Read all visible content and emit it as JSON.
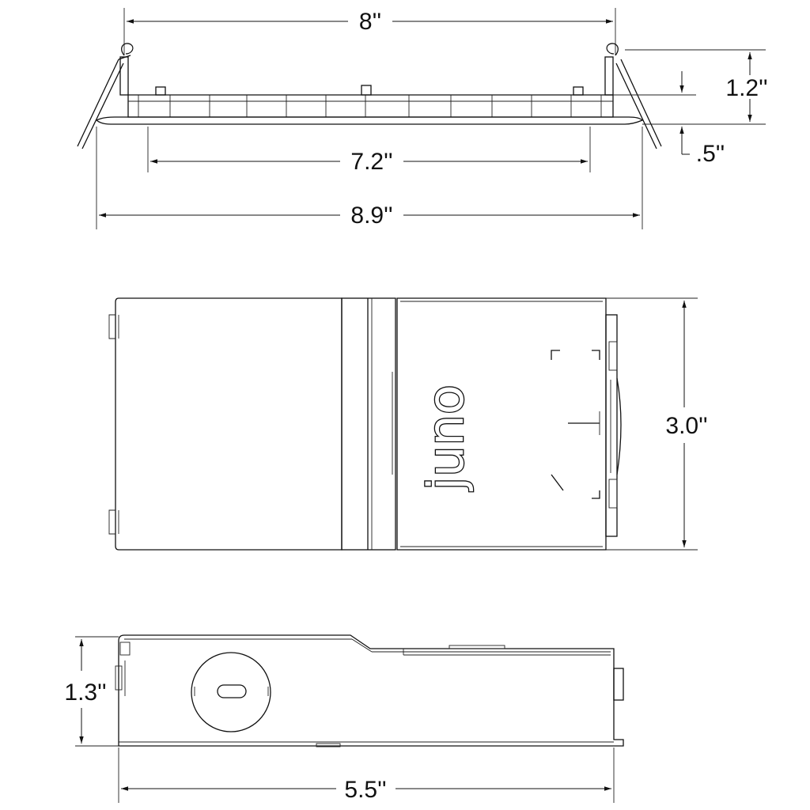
{
  "logo": "juno",
  "dimensions": {
    "top_width": "8''",
    "top_height": "1.2''",
    "flange_thickness": ".5''",
    "inner_width": "7.2''",
    "overall_width": "8.9''",
    "box_depth": "3.0''",
    "box_height": "1.3''",
    "box_length": "5.5''"
  }
}
